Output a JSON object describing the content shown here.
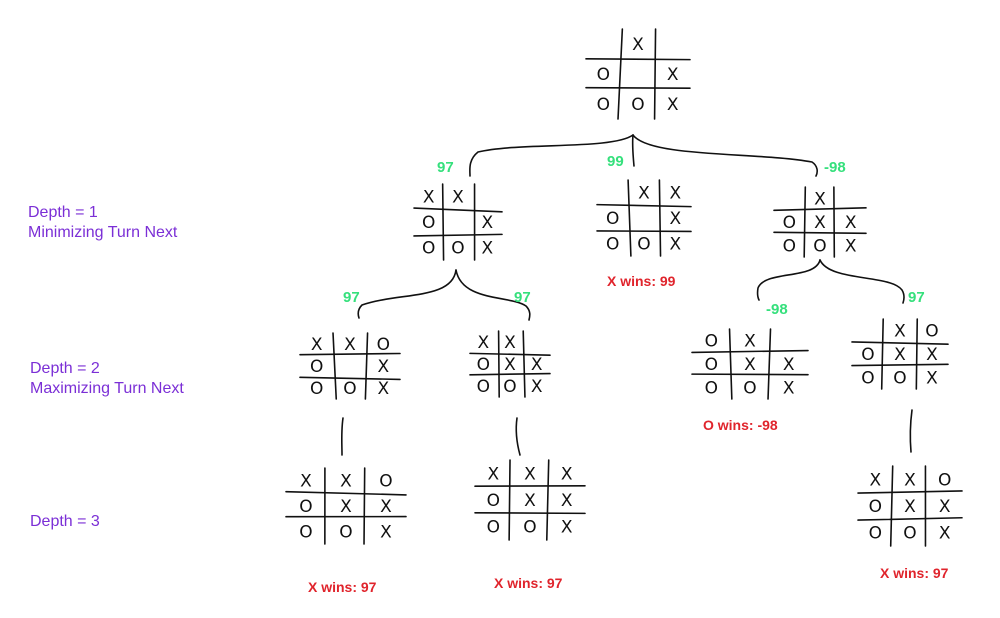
{
  "colors": {
    "depth_label": "#7b2fd6",
    "score": "#35e07c",
    "result": "#e0242c",
    "ink": "#111111"
  },
  "depth_labels": [
    {
      "line1": "Depth = 1",
      "line2": "Minimizing Turn Next"
    },
    {
      "line1": "Depth = 2",
      "line2": "Maximizing Turn Next"
    },
    {
      "line1": "Depth = 3",
      "line2": ""
    }
  ],
  "nodes": [
    {
      "id": "root",
      "board": [
        "",
        "X",
        "",
        "O",
        "",
        "X",
        "O",
        "O",
        "X"
      ],
      "score": "",
      "result": ""
    },
    {
      "id": "d1-a",
      "board": [
        "X",
        "X",
        "",
        "O",
        "",
        "X",
        "O",
        "O",
        "X"
      ],
      "score": "97",
      "result": ""
    },
    {
      "id": "d1-b",
      "board": [
        "",
        "X",
        "X",
        "O",
        "",
        "X",
        "O",
        "O",
        "X"
      ],
      "score": "99",
      "result": "X wins: 99"
    },
    {
      "id": "d1-c",
      "board": [
        "",
        "X",
        "",
        "O",
        "X",
        "X",
        "O",
        "O",
        "X"
      ],
      "score": "-98",
      "result": ""
    },
    {
      "id": "d2-a",
      "board": [
        "X",
        "X",
        "O",
        "O",
        "",
        "X",
        "O",
        "O",
        "X"
      ],
      "score": "97",
      "result": ""
    },
    {
      "id": "d2-b",
      "board": [
        "X",
        "X",
        "",
        "O",
        "X",
        "X",
        "O",
        "O",
        "X"
      ],
      "score": "97",
      "result": ""
    },
    {
      "id": "d2-c",
      "board": [
        "O",
        "X",
        "",
        "O",
        "X",
        "X",
        "O",
        "O",
        "X"
      ],
      "score": "-98",
      "result": "O wins: -98"
    },
    {
      "id": "d2-d",
      "board": [
        "",
        "X",
        "O",
        "O",
        "X",
        "X",
        "O",
        "O",
        "X"
      ],
      "score": "97",
      "result": ""
    },
    {
      "id": "d3-a",
      "board": [
        "X",
        "X",
        "O",
        "O",
        "X",
        "X",
        "O",
        "O",
        "X"
      ],
      "score": "",
      "result": "X wins: 97"
    },
    {
      "id": "d3-b",
      "board": [
        "X",
        "X",
        "X",
        "O",
        "X",
        "X",
        "O",
        "O",
        "X"
      ],
      "score": "",
      "result": "X wins: 97"
    },
    {
      "id": "d3-c",
      "board": [
        "X",
        "X",
        "O",
        "O",
        "X",
        "X",
        "O",
        "O",
        "X"
      ],
      "score": "",
      "result": "X wins: 97"
    }
  ],
  "edges": [
    [
      "root",
      "d1-a"
    ],
    [
      "root",
      "d1-b"
    ],
    [
      "root",
      "d1-c"
    ],
    [
      "d1-a",
      "d2-a"
    ],
    [
      "d1-a",
      "d2-b"
    ],
    [
      "d1-c",
      "d2-c"
    ],
    [
      "d1-c",
      "d2-d"
    ],
    [
      "d2-a",
      "d3-a"
    ],
    [
      "d2-b",
      "d3-b"
    ],
    [
      "d2-d",
      "d3-c"
    ]
  ]
}
